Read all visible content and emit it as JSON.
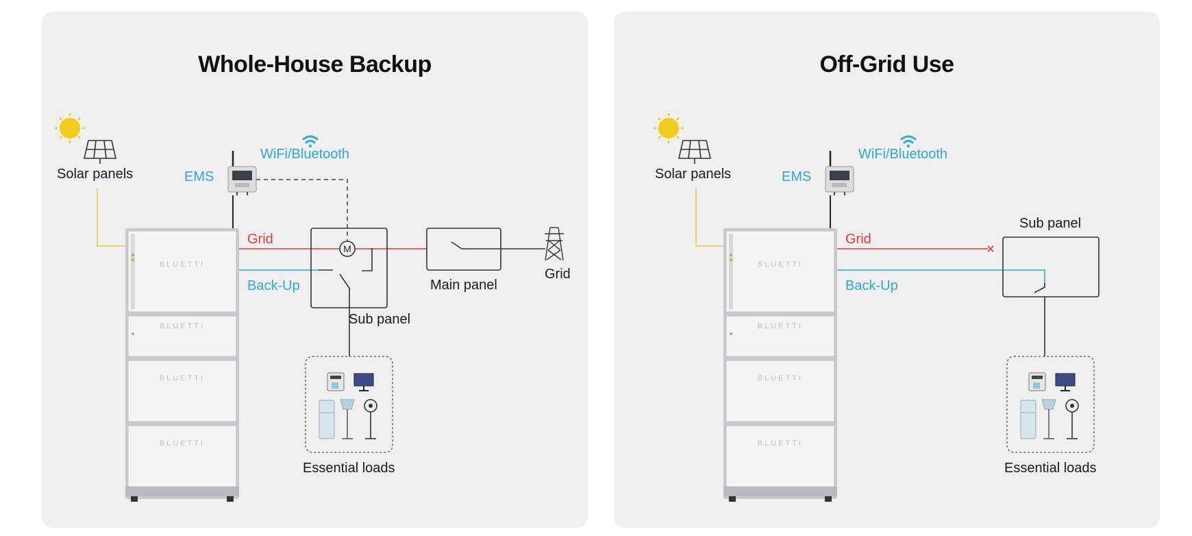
{
  "panels": [
    {
      "title": "Whole-House Backup",
      "solar_label": "Solar panels",
      "ems_label": "EMS",
      "wireless_label": "WiFi/Bluetooth",
      "grid_line_label": "Grid",
      "backup_line_label": "Back-Up",
      "sub_panel_label": "Sub panel",
      "main_panel_label": "Main panel",
      "grid_tower_label": "Grid",
      "loads_label": "Essential loads",
      "battery_brand": "BLUETTI"
    },
    {
      "title": "Off-Grid Use",
      "solar_label": "Solar panels",
      "ems_label": "EMS",
      "wireless_label": "WiFi/Bluetooth",
      "grid_line_label": "Grid",
      "backup_line_label": "Back-Up",
      "sub_panel_label": "Sub panel",
      "loads_label": "Essential loads",
      "battery_brand": "BLUETTI"
    }
  ],
  "colors": {
    "grid_line": "#e23b3b",
    "backup_line": "#2fa7d6",
    "solar_line": "#e2cf3a",
    "card_bg": "#efefef",
    "sun": "#f2cc1c"
  }
}
